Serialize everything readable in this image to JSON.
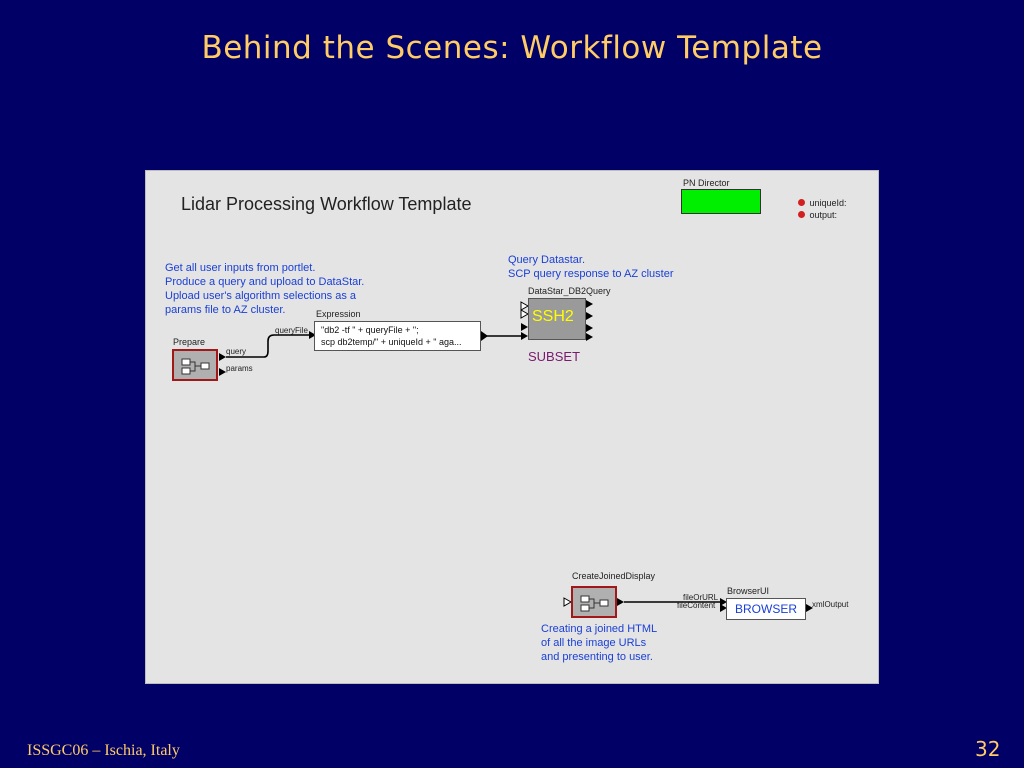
{
  "slide": {
    "title": "Behind the Scenes: Workflow Template",
    "footer_left": "ISSGC06 – Ischia, Italy",
    "page_number": "32"
  },
  "workflow": {
    "title": "Lidar Processing Workflow Template",
    "director": {
      "label": "PN Director",
      "color": "#00ee00",
      "params": [
        "uniqueId:",
        "output:"
      ]
    },
    "notes": {
      "prepare_note": "Get all user inputs from portlet.\nProduce a query and upload to DataStar.\nUpload user's algorithm selections as a\nparams file to AZ cluster.",
      "query_note": "Query Datastar.\nSCP query response to AZ cluster",
      "display_note": "Creating a joined HTML\nof all the image URLs\nand presenting to user."
    },
    "prepare": {
      "label": "Prepare",
      "ports": [
        "query",
        "params"
      ]
    },
    "expression": {
      "label": "Expression",
      "input_port": "queryFile",
      "lines": [
        "\"db2 -tf \" + queryFile + \";",
        "scp db2temp/\" + uniqueId + \" aga..."
      ]
    },
    "datastar": {
      "label": "DataStar_DB2Query",
      "box_text": "SSH2",
      "sublabel": "SUBSET"
    },
    "joined_display": {
      "label": "CreateJoinedDisplay"
    },
    "browser": {
      "label": "BrowserUI",
      "box_text": "BROWSER",
      "input_ports": [
        "fileOrURL",
        "fileContent"
      ],
      "output_port": "xmlOutput"
    }
  }
}
